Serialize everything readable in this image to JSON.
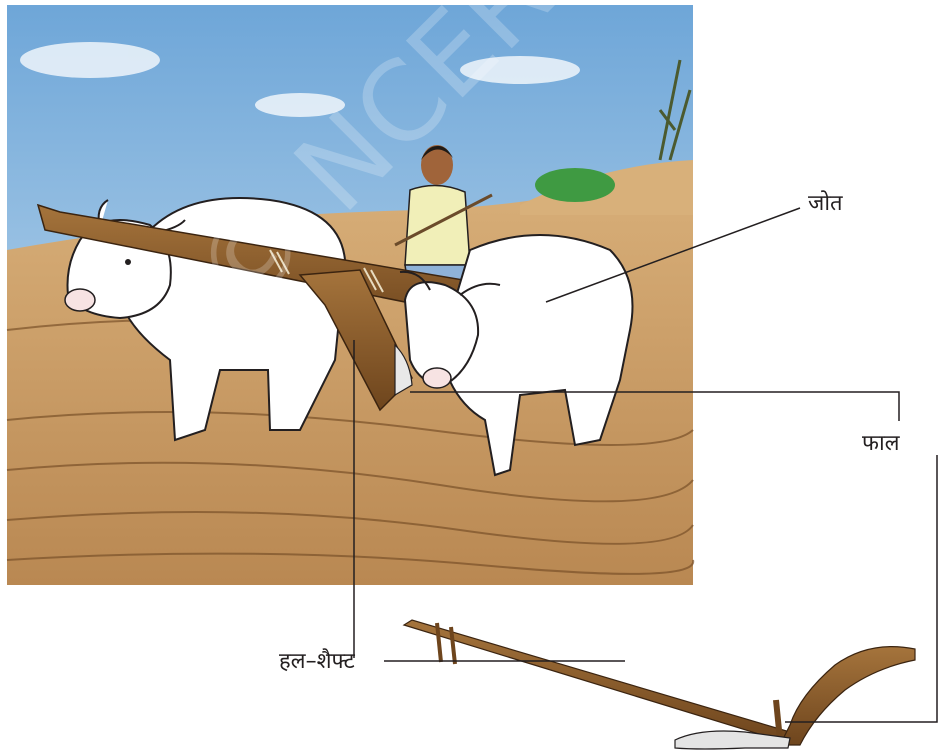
{
  "labels": {
    "yoke": "जोत",
    "ploughshare": "फाल",
    "plough_shaft": "हल–शैफ्ट"
  },
  "colors": {
    "sky": "#8ab8de",
    "field": "#c99a62",
    "wood": "#8a5a2a",
    "ox": "#ffffff",
    "line": "#231f20"
  }
}
